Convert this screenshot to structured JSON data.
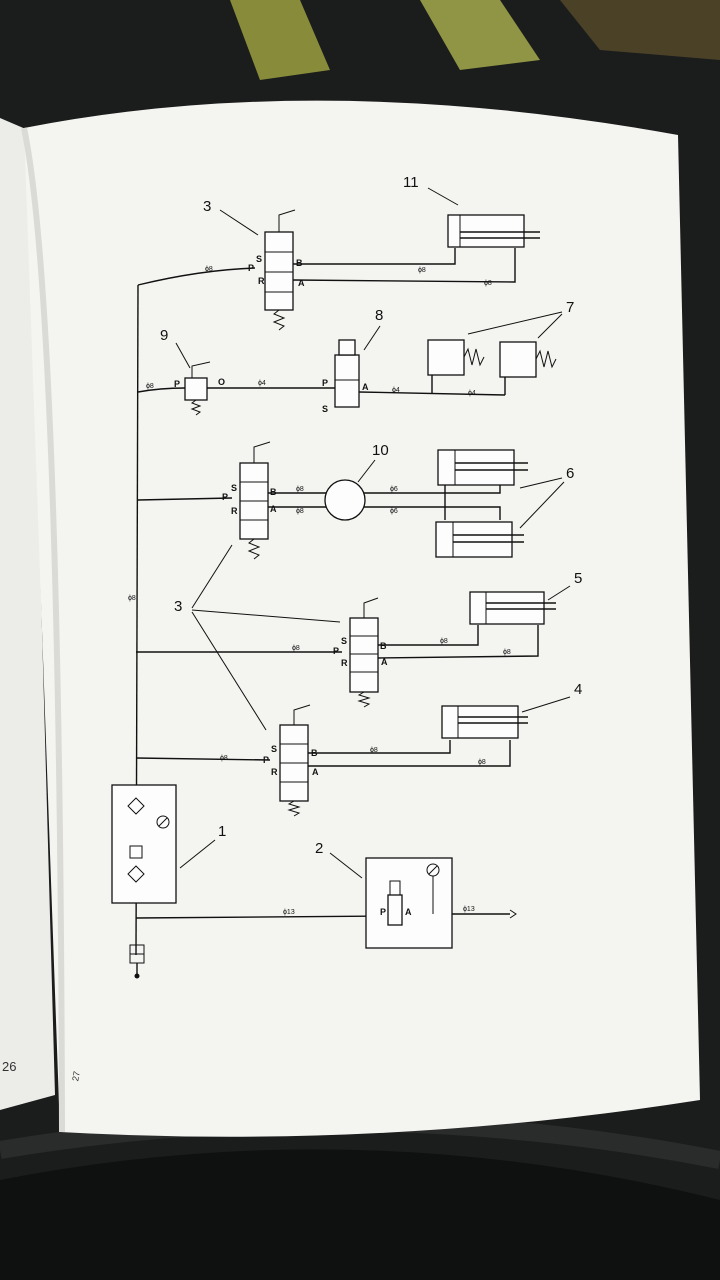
{
  "labels": {
    "n1": "1",
    "n2": "2",
    "n3a": "3",
    "n3b": "3",
    "n4": "4",
    "n5": "5",
    "n6": "6",
    "n7": "7",
    "n8": "8",
    "n9": "9",
    "n10": "10",
    "n11": "11"
  },
  "ports": {
    "S": "S",
    "P": "P",
    "R": "R",
    "A": "A",
    "B": "B",
    "O": "O"
  },
  "diameters": {
    "d8": "ϕ8",
    "d6": "ϕ6",
    "d4": "ϕ4",
    "d13": "ϕ13",
    "d8b": "ϕ8",
    "d6b": "ϕ6"
  },
  "page_numbers": {
    "left": "26",
    "right": "27"
  },
  "colors": {
    "paper": "#f4f4f1",
    "ink": "#111111",
    "leftpage": "#ecece9",
    "background": "#1b1d1c"
  }
}
